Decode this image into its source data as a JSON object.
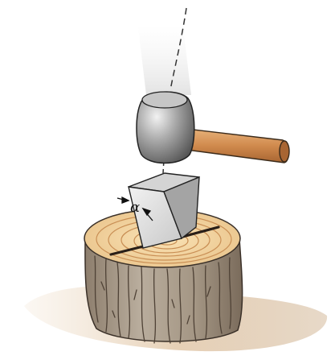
{
  "figure": {
    "angle_label": "α"
  },
  "colors": {
    "ground_shadow": "#ead8c2",
    "bark": "#a89a88",
    "bark_dark": "#5a4a3c",
    "wood_top": "#f3d6a0",
    "ring": "#c98f55",
    "wedge_front": "#dcdcdc",
    "wedge_side": "#9a9a9a",
    "hammer_head": "#8f8f8f",
    "handle": "#d79a5e",
    "outline": "#222222"
  },
  "icons": [
    "hammer",
    "wedge",
    "log-stump",
    "angle-arrow",
    "motion-blur-trail",
    "trajectory-dashed-line"
  ]
}
